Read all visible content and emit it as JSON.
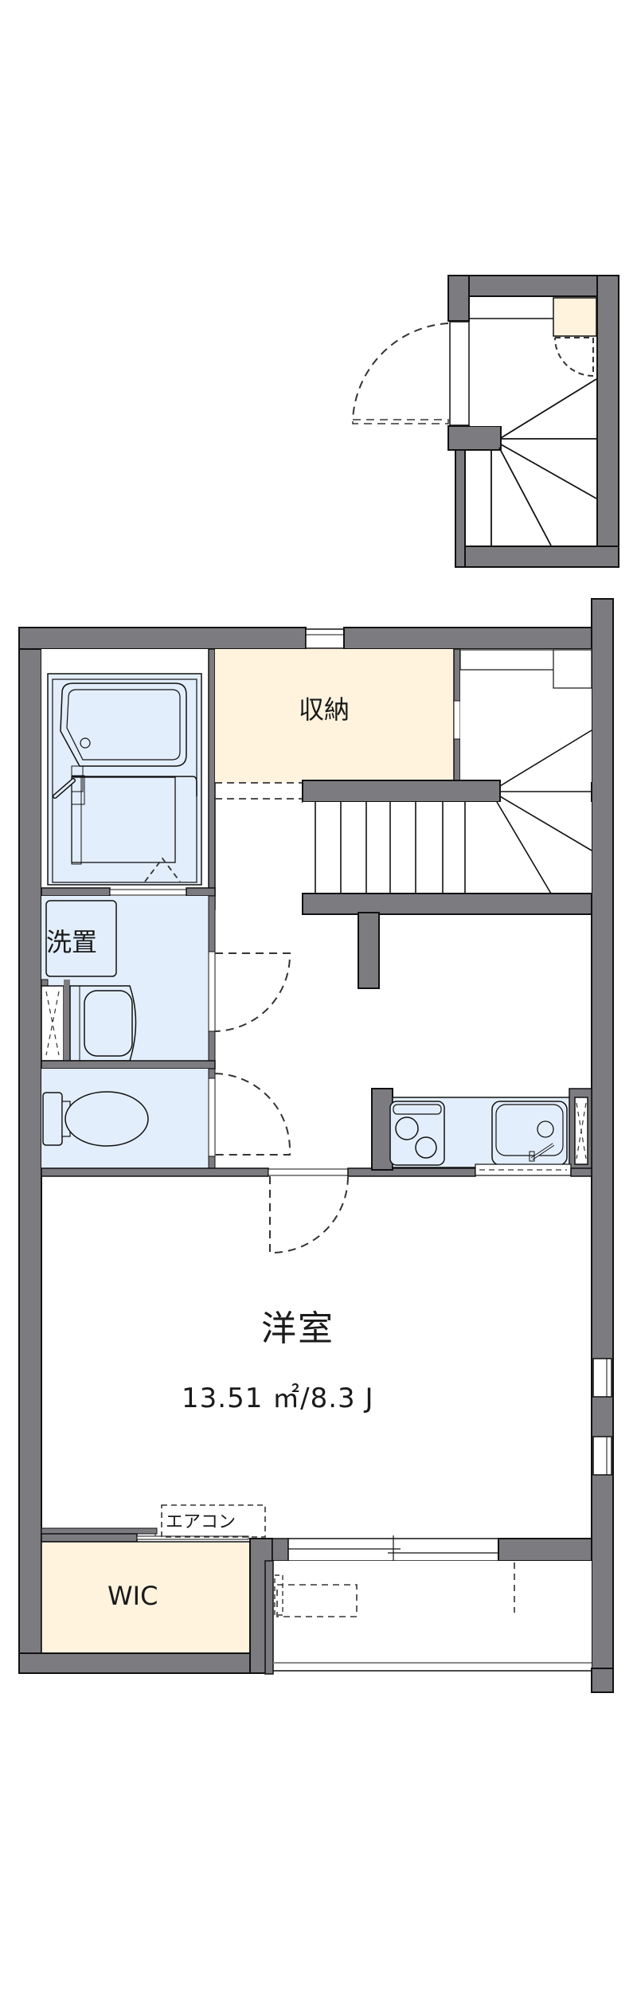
{
  "colors": {
    "wall": "#7c7b80",
    "wall_outline": "#111111",
    "wet_area": "#e3eefc",
    "storage": "#fff3de",
    "floor": "#ffffff",
    "dashed": "#333333"
  },
  "rooms": {
    "western_room": {
      "name": "洋室",
      "area": "13.51 ㎡/8.3 J"
    },
    "storage": {
      "name": "収納"
    },
    "washroom": {
      "name": "洗置"
    },
    "walk_in_closet": {
      "name": "WIC"
    },
    "air_conditioner": {
      "name": "エアコン"
    }
  }
}
